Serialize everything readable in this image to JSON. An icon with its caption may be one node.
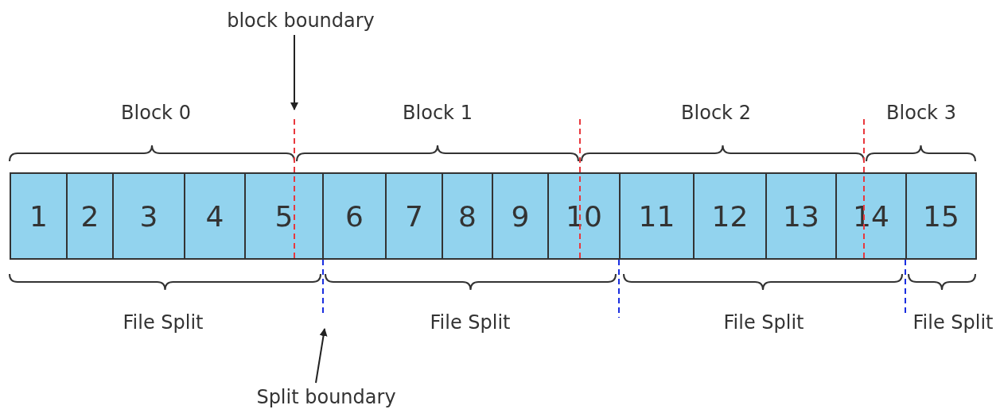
{
  "diagram": {
    "nodes": [
      {
        "text": [
          "block boundary"
        ]
      },
      {
        "text": [
          "1"
        ]
      },
      {
        "text": [
          "2"
        ]
      },
      {
        "text": [
          "3"
        ]
      },
      {
        "text": [
          "4"
        ]
      },
      {
        "text": [
          "5"
        ]
      },
      {
        "text": [
          "6"
        ]
      },
      {
        "text": [
          "7"
        ]
      },
      {
        "text": [
          "8"
        ]
      },
      {
        "text": [
          "9"
        ]
      },
      {
        "text": [
          "10"
        ]
      },
      {
        "text": [
          "11"
        ]
      },
      {
        "text": [
          "12"
        ]
      },
      {
        "text": [
          "13"
        ]
      },
      {
        "text": [
          "14"
        ]
      },
      {
        "text": [
          "15"
        ]
      },
      {
        "text": [
          "Split boundary"
        ]
      }
    ],
    "edges": [
      {
        "from": 0,
        "to": null,
        "arrow": "to"
      },
      {
        "from": 16,
        "to": null,
        "arrow": "to"
      }
    ],
    "labels": [
      "Block 0",
      "Block 1",
      "Block 2",
      "Block 3",
      "File Split",
      "File Split",
      "File Split",
      "File Split"
    ]
  }
}
